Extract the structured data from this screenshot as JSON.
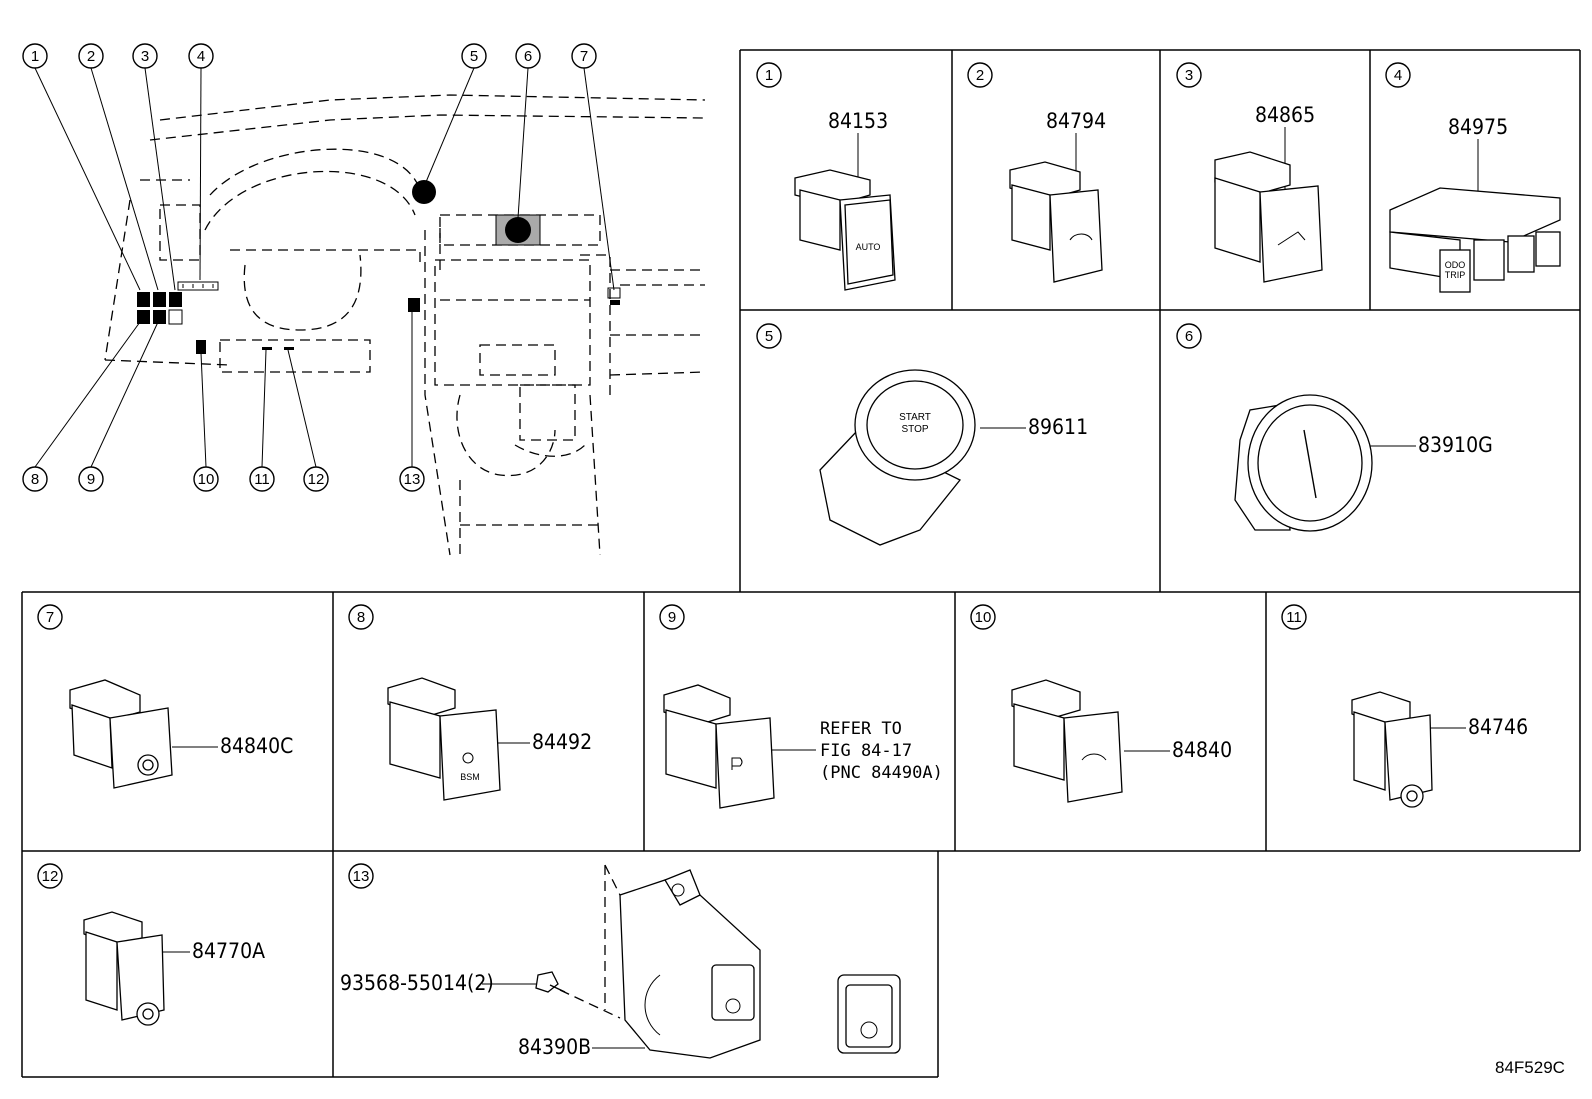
{
  "diagram_code": "84F529C",
  "overview_callouts": [
    "1",
    "2",
    "3",
    "4",
    "5",
    "6",
    "7",
    "8",
    "9",
    "10",
    "11",
    "12",
    "13"
  ],
  "panels": [
    {
      "id": "1",
      "parts": [
        "84153"
      ]
    },
    {
      "id": "2",
      "parts": [
        "84794"
      ]
    },
    {
      "id": "3",
      "parts": [
        "84865"
      ]
    },
    {
      "id": "4",
      "parts": [
        "84975"
      ]
    },
    {
      "id": "5",
      "parts": [
        "89611"
      ]
    },
    {
      "id": "6",
      "parts": [
        "83910G"
      ]
    },
    {
      "id": "7",
      "parts": [
        "84840C"
      ]
    },
    {
      "id": "8",
      "parts": [
        "84492"
      ]
    },
    {
      "id": "9",
      "parts": [],
      "note": [
        "REFER TO",
        "FIG 84-17",
        "(PNC 84490A)"
      ]
    },
    {
      "id": "10",
      "parts": [
        "84840"
      ]
    },
    {
      "id": "11",
      "parts": [
        "84746"
      ]
    },
    {
      "id": "12",
      "parts": [
        "84770A"
      ]
    },
    {
      "id": "13",
      "parts": [
        "93568-55014(2)",
        "84390B"
      ]
    }
  ],
  "button_markings": {
    "p1": "AUTO",
    "p4_a": "ODO",
    "p4_b": "TRIP",
    "p5_a": "START",
    "p5_b": "STOP",
    "p8": "BSM"
  }
}
